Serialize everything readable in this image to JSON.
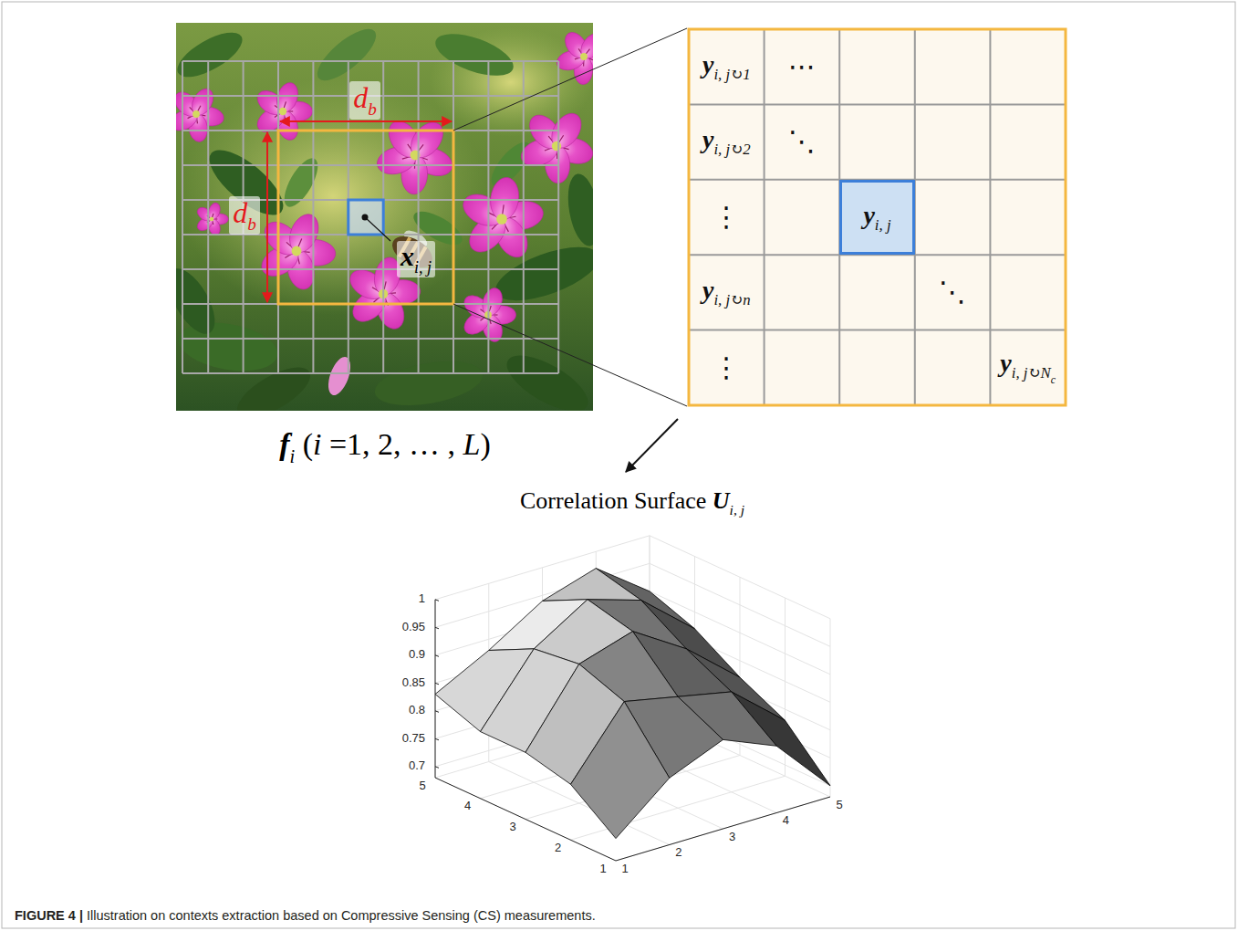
{
  "diagram": {
    "caption": "FIGURE 4 | Illustration on contexts extraction based on Compressive Sensing (CS) measurements.",
    "nodes": [
      {
        "text": [
          "yi, j↻1"
        ]
      },
      {
        "text": [
          "⋯"
        ]
      },
      {
        "text": [
          "yi, j↻2"
        ]
      },
      {
        "text": [
          "⋱"
        ]
      },
      {
        "text": [
          "⋮"
        ]
      },
      {
        "text": [
          "yi, j"
        ]
      },
      {
        "text": [
          "yi, j↻n"
        ]
      },
      {
        "text": [
          "⋱"
        ]
      },
      {
        "text": [
          "⋮"
        ]
      },
      {
        "text": [
          "yi, j↻Nc"
        ]
      }
    ],
    "labels": [
      "db",
      "db",
      "xi, j",
      "fi (i =1, 2, … , L)",
      "Correlation Surface Ui, j",
      "1",
      "0.95",
      "0.9",
      "0.85",
      "0.8",
      "0.75",
      "0.7",
      "5",
      "4",
      "3",
      "2",
      "1",
      "1",
      "2",
      "3",
      "4",
      "5"
    ]
  }
}
